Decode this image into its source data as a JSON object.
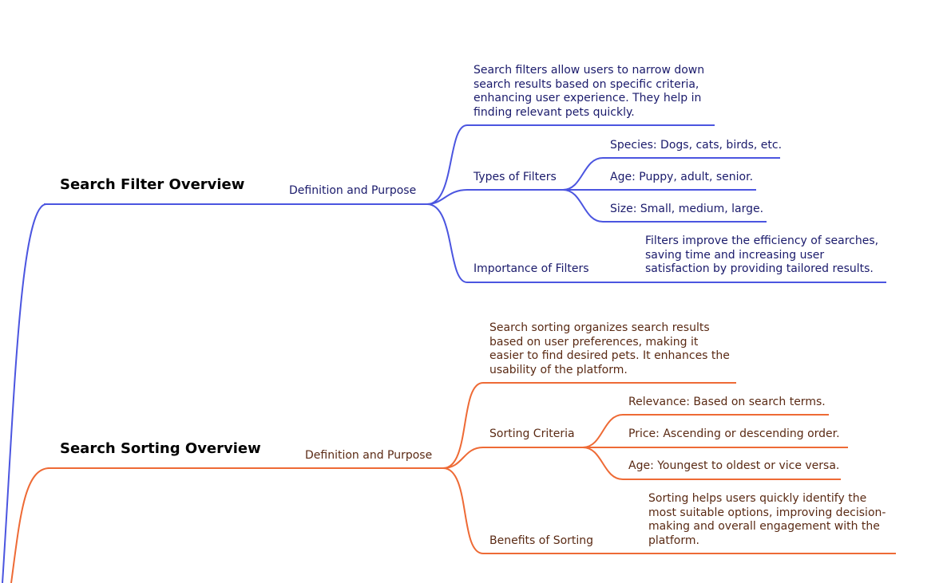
{
  "colors": {
    "filter_branch": "#4b55e0",
    "sorting_branch": "#ee6a35",
    "filter_text": "#1a1a6b",
    "sorting_text": "#5a2a14"
  },
  "filter": {
    "title": "Search Filter Overview",
    "definition": "Definition and Purpose",
    "description": "Search filters allow users to narrow down\nsearch results based on specific criteria,\nenhancing user experience. They help in\nfinding relevant pets quickly.",
    "types_label": "Types of Filters",
    "types": [
      "Species: Dogs, cats, birds, etc.",
      "Age: Puppy, adult, senior.",
      "Size: Small, medium, large."
    ],
    "importance_label": "Importance of Filters",
    "importance_text": "Filters improve the efficiency of searches,\nsaving time and increasing user\nsatisfaction by providing tailored results."
  },
  "sorting": {
    "title": "Search Sorting Overview",
    "definition": "Definition and Purpose",
    "description": "Search sorting organizes search results\nbased on user preferences, making it\neasier to find desired pets. It enhances the\nusability of the platform.",
    "criteria_label": "Sorting Criteria",
    "criteria": [
      "Relevance: Based on search terms.",
      "Price: Ascending or descending order.",
      "Age: Youngest to oldest or vice versa."
    ],
    "benefits_label": "Benefits of Sorting",
    "benefits_text": "Sorting helps users quickly identify the\nmost suitable options, improving decision-\nmaking and overall engagement with the\nplatform."
  }
}
